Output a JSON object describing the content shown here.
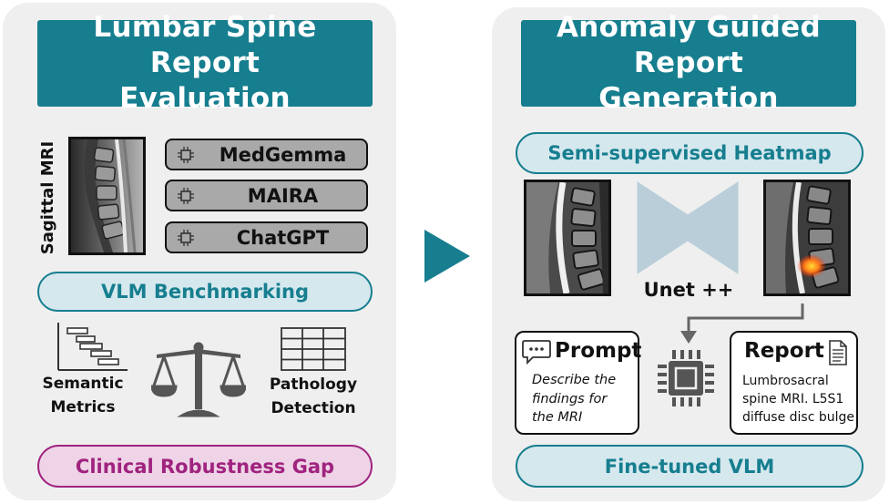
{
  "left_panel": {
    "title": "Lumbar Spine Report Evaluation",
    "mri_label": "Sagittal MRI",
    "models": [
      "MedGemma",
      "MAIRA",
      "ChatGPT"
    ],
    "benchmark_label": "VLM Benchmarking",
    "semantic_metrics": "Semantic Metrics",
    "pathology_detection": "Pathology Detection",
    "gap_label": "Clinical Robustness Gap"
  },
  "right_panel": {
    "title": "Anomaly Guided Report Generation",
    "heatmap_label": "Semi-supervised Heatmap",
    "unet_label": "Unet ++",
    "prompt_title": "Prompt",
    "prompt_text": "Describe the findings for the MRI",
    "report_title": "Report",
    "report_text": "Lumbrosacral spine MRI. L5S1 diffuse disc bulge",
    "vlm_label": "Fine-tuned VLM"
  },
  "colors": {
    "teal": "#167e8f",
    "teal_light": "#d5e8ee",
    "magenta": "#a0237f",
    "magenta_light": "#eed4e6",
    "panel_bg": "#efefef",
    "model_bg": "#a9a9a9",
    "unet_fill": "#b9ced8"
  },
  "icons": [
    "chip-icon",
    "gantt-chart-icon",
    "balance-scale-icon",
    "grid-table-icon",
    "play-arrow-icon",
    "speech-bubble-icon",
    "document-icon",
    "processor-icon",
    "connector-arrow-icon"
  ]
}
